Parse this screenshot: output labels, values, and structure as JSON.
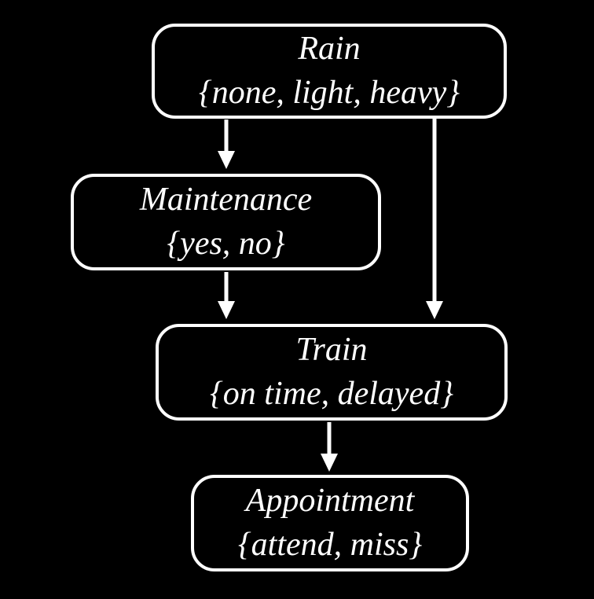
{
  "diagram": {
    "type": "bayesian-network",
    "colors": {
      "background": "#000000",
      "node_border": "#ffffff",
      "node_fill": "#000000",
      "text": "#ffffff",
      "arrow": "#ffffff"
    },
    "nodes": [
      {
        "id": "rain",
        "label": "Rain",
        "values": "{none, light, heavy}"
      },
      {
        "id": "maintenance",
        "label": "Maintenance",
        "values": "{yes, no}"
      },
      {
        "id": "train",
        "label": "Train",
        "values": "{on time, delayed}"
      },
      {
        "id": "appointment",
        "label": "Appointment",
        "values": "{attend, miss}"
      }
    ],
    "edges": [
      {
        "from": "rain",
        "to": "maintenance"
      },
      {
        "from": "rain",
        "to": "train"
      },
      {
        "from": "maintenance",
        "to": "train"
      },
      {
        "from": "train",
        "to": "appointment"
      }
    ]
  }
}
